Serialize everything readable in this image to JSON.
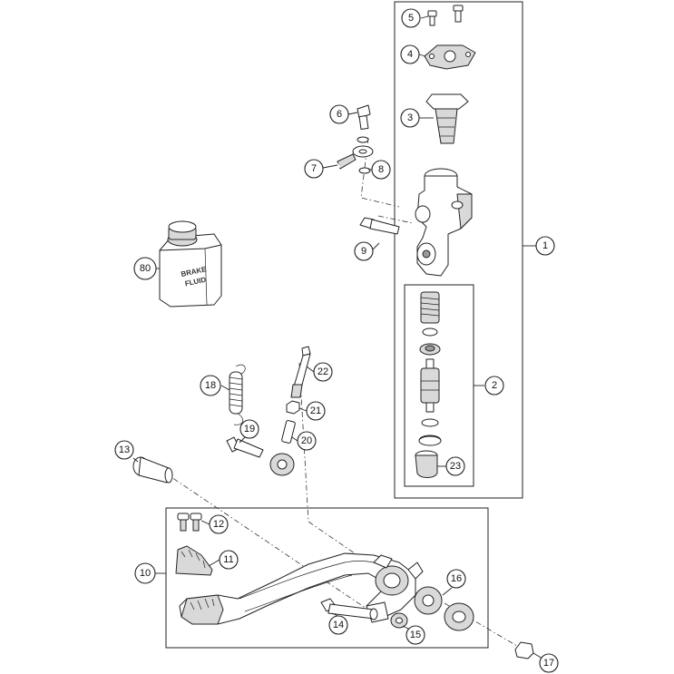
{
  "labels": {
    "c1": "1",
    "c2": "2",
    "c3": "3",
    "c4": "4",
    "c5": "5",
    "c6": "6",
    "c7": "7",
    "c8": "8",
    "c9": "9",
    "c10": "10",
    "c11": "11",
    "c12": "12",
    "c13": "13",
    "c14": "14",
    "c15": "15",
    "c16": "16",
    "c17": "17",
    "c18": "18",
    "c19": "19",
    "c20": "20",
    "c21": "21",
    "c22": "22",
    "c23": "23",
    "c80": "80"
  },
  "bottle": {
    "line1": "BRAKE",
    "line2": "FLUID"
  },
  "colors": {
    "ink": "#222222",
    "shade": "#d9d9d9",
    "background": "#ffffff"
  }
}
